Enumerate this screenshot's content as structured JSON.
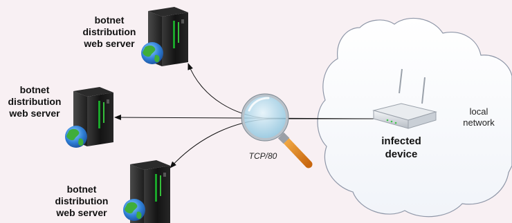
{
  "servers": [
    {
      "lines": [
        "botnet",
        "distribution",
        "web server"
      ]
    },
    {
      "lines": [
        "botnet",
        "distribution",
        "web server"
      ]
    },
    {
      "lines": [
        "botnet",
        "distribution",
        "web server"
      ]
    }
  ],
  "infected": {
    "lines": [
      "infected",
      "device"
    ]
  },
  "network": {
    "lines": [
      "local",
      "network"
    ]
  },
  "protocol_label": "TCP/80",
  "icons": {
    "server": "server-tower-icon",
    "globe": "globe-icon",
    "router": "router-icon",
    "magnifier": "magnifying-glass-icon",
    "cloud": "cloud-icon"
  },
  "colors": {
    "background": "#f8f0f3",
    "cloud_fill": "#ffffff",
    "cloud_stroke": "#8f97a8",
    "server_body": "#1b1b1b",
    "server_light": "#39d13f",
    "lens": "#9fd0e6",
    "handle": "#e38a22"
  }
}
